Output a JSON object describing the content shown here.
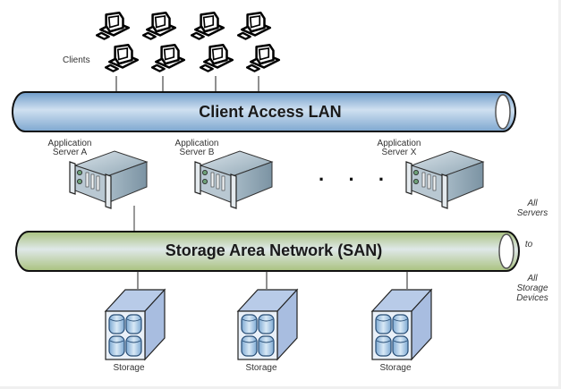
{
  "diagram": {
    "clients": {
      "label": "Clients",
      "count": 8
    },
    "lan": {
      "label": "Client Access LAN",
      "color": "#9dbfe0"
    },
    "servers": [
      {
        "line1": "Application",
        "line2": "Server A"
      },
      {
        "line1": "Application",
        "line2": "Server B"
      },
      {
        "line1": "Application",
        "line2": "Server X"
      }
    ],
    "ellipsis": "· · ·",
    "san": {
      "label": "Storage Area Network (SAN)",
      "color": "#c9d9a8"
    },
    "side_note": {
      "top_line1": "All",
      "top_line2": "Servers",
      "middle": "to",
      "bottom_line1": "All",
      "bottom_line2": "Storage",
      "bottom_line3": "Devices"
    },
    "storage": [
      {
        "label": "Storage"
      },
      {
        "label": "Storage"
      },
      {
        "label": "Storage"
      }
    ]
  }
}
